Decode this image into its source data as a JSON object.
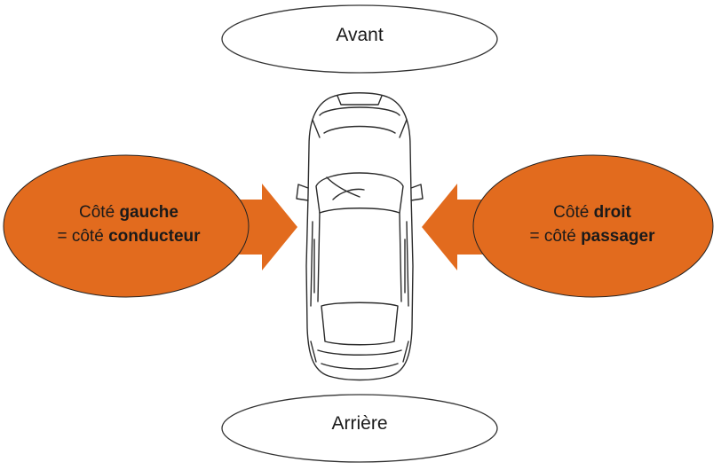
{
  "diagram": {
    "front": {
      "label": "Avant"
    },
    "rear": {
      "label": "Arrière"
    },
    "left_side": {
      "line1_prefix": "Côté ",
      "line1_bold": "gauche",
      "line2_prefix": "= côté ",
      "line2_bold": "conducteur"
    },
    "right_side": {
      "line1_prefix": "Côté ",
      "line1_bold": "droit",
      "line2_prefix": "= côté ",
      "line2_bold": "passager"
    },
    "colors": {
      "side_fill": "#e26b1e",
      "ellipse_outline": "#333333",
      "car_outline": "#2b2b2b"
    },
    "icons": {
      "car": "car-top-view-icon",
      "arrows": "arrow-right-icon / arrow-left-icon"
    }
  }
}
